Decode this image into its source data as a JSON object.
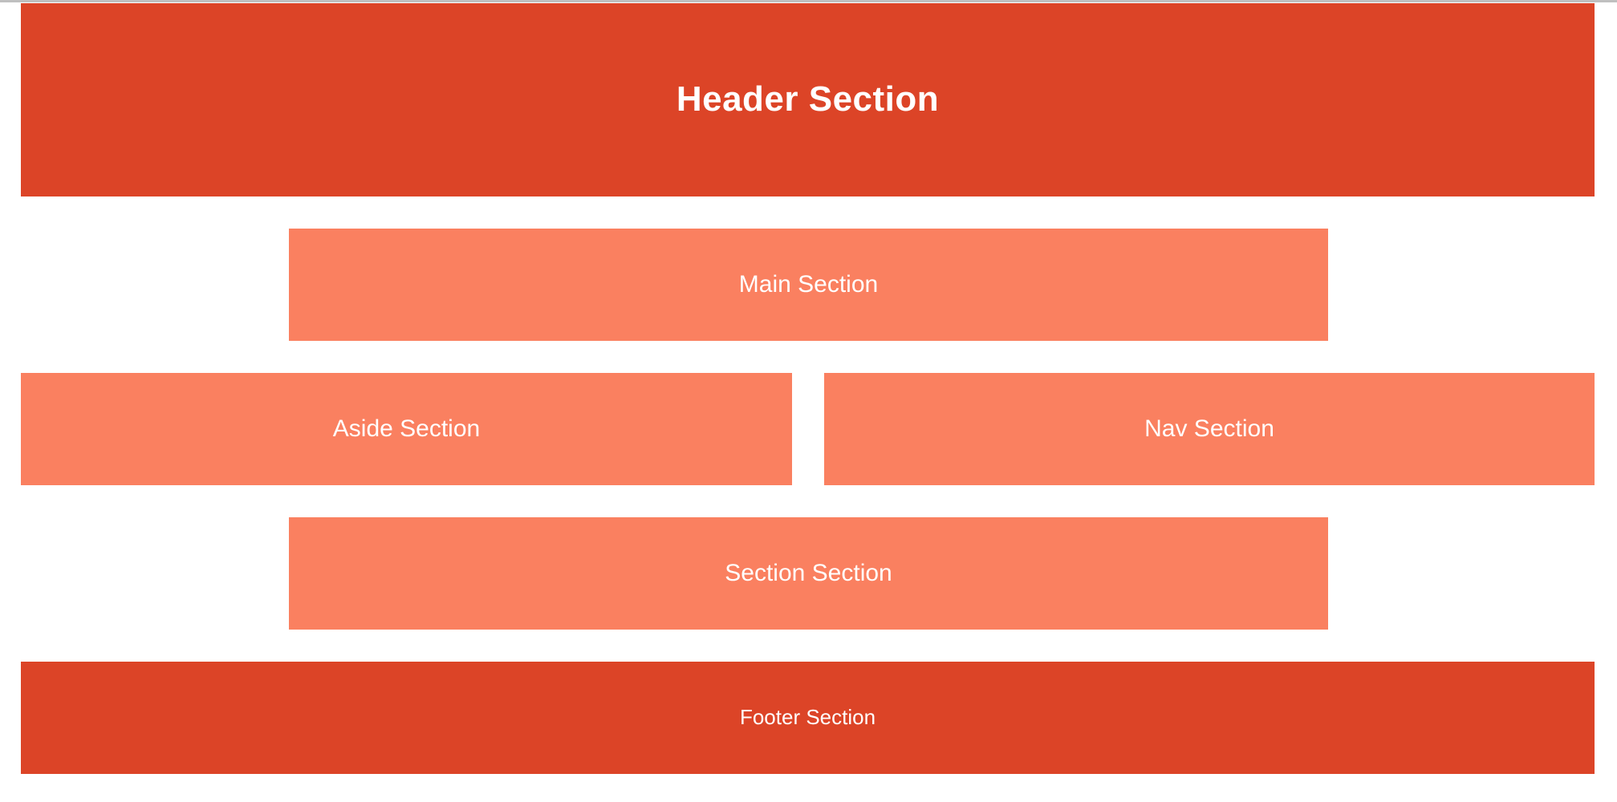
{
  "page": {
    "background_color": "#ffffff",
    "top_rule_color": "#bfbfbf"
  },
  "palette": {
    "dark": "#dc4427",
    "light": "#fa8060",
    "text": "#ffffff"
  },
  "header": {
    "label": "Header Section",
    "color": "#dc4427"
  },
  "main": {
    "label": "Main Section",
    "color": "#fa8060"
  },
  "aside": {
    "label": "Aside Section",
    "color": "#fa8060"
  },
  "nav": {
    "label": "Nav Section",
    "color": "#fa8060"
  },
  "section": {
    "label": "Section Section",
    "color": "#fa8060"
  },
  "footer": {
    "label": "Footer Section",
    "color": "#dc4427"
  }
}
